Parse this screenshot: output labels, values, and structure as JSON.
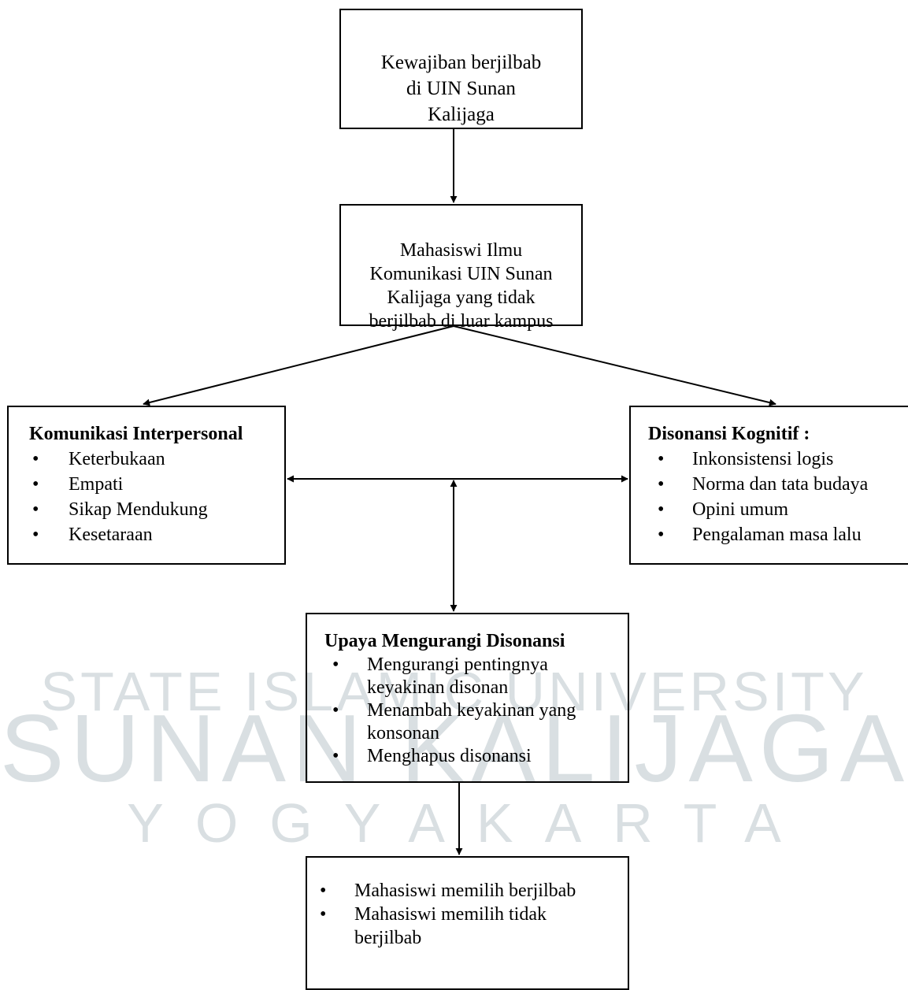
{
  "watermark": {
    "line1": "STATE ISLAMIC UNIVERSITY",
    "line2": "SUNAN KALIJAGA",
    "line3": "YOGYAKARTA"
  },
  "boxes": {
    "top": {
      "text": "Kewajiban berjilbab\ndi UIN Sunan\nKalijaga"
    },
    "students": {
      "text": "Mahasiswi Ilmu\nKomunikasi UIN Sunan\nKalijaga yang tidak\nberjilbab di luar kampus"
    },
    "interpersonal": {
      "title": "Komunikasi Interpersonal",
      "items": [
        "Keterbukaan",
        "Empati",
        "Sikap Mendukung",
        "Kesetaraan"
      ]
    },
    "dissonance": {
      "title": "Disonansi Kognitif :",
      "items": [
        "Inkonsistensi logis",
        "Norma dan tata budaya",
        "Opini umum",
        "Pengalaman masa lalu"
      ]
    },
    "reduction": {
      "title": "Upaya Mengurangi Disonansi",
      "items": [
        "Mengurangi pentingnya\nkeyakinan disonan",
        "Menambah keyakinan yang\nkonsonan",
        "Menghapus disonansi"
      ]
    },
    "outcome": {
      "items": [
        "Mahasiswi memilih berjilbab",
        "Mahasiswi memilih tidak\nberjilbab"
      ]
    }
  },
  "colors": {
    "line": "#000000",
    "watermark": "#d9dfe2"
  }
}
